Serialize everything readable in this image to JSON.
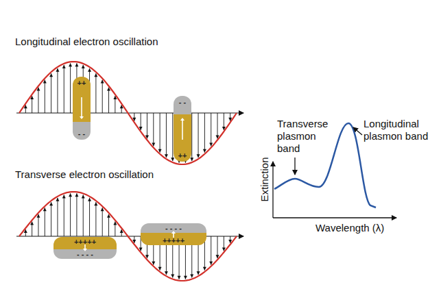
{
  "diagram": {
    "nodes": [
      {
        "text": [
          "++",
          "- -"
        ]
      },
      {
        "text": [
          "- -",
          "++"
        ]
      },
      {
        "text": [
          "+++++",
          "- - - -"
        ]
      },
      {
        "text": [
          "- - - -",
          "+++++"
        ]
      }
    ],
    "labels": [
      "Longitudinal electron oscillation",
      "Transverse electron oscillation",
      "Transverse plasmon band",
      "Longitudinal plasmon band",
      "Extinction",
      "Wavelength (λ)"
    ]
  }
}
